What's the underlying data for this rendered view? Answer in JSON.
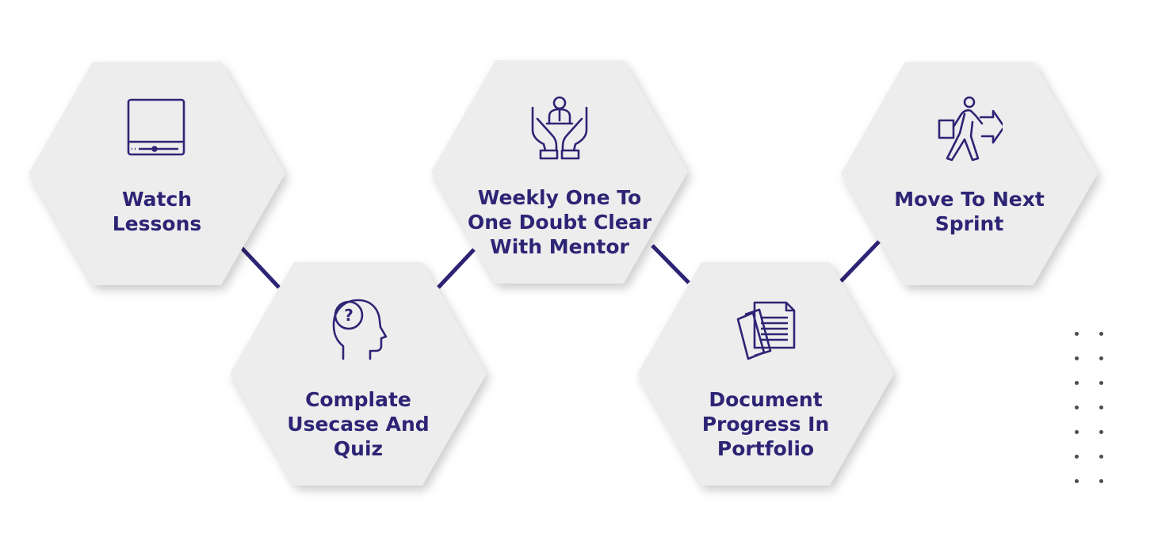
{
  "colors": {
    "hexagon_fill": "#ededed",
    "accent": "#2e2475",
    "connector": "#2e2475",
    "dots": "#4d4d4d"
  },
  "steps": [
    {
      "icon": "video-player-icon",
      "label_lines": [
        "Watch",
        "Lessons"
      ]
    },
    {
      "icon": "head-question-icon",
      "label_lines": [
        "Complate",
        "Usecase And",
        "Quiz"
      ]
    },
    {
      "icon": "mentor-hands-icon",
      "label_lines": [
        "Weekly One To",
        "One Doubt Clear",
        "With Mentor"
      ]
    },
    {
      "icon": "documents-icon",
      "label_lines": [
        "Document",
        "Progress In",
        "Portfolio"
      ]
    },
    {
      "icon": "person-walking-arrow-icon",
      "label_lines": [
        "Move To Next",
        "Sprint"
      ]
    }
  ]
}
